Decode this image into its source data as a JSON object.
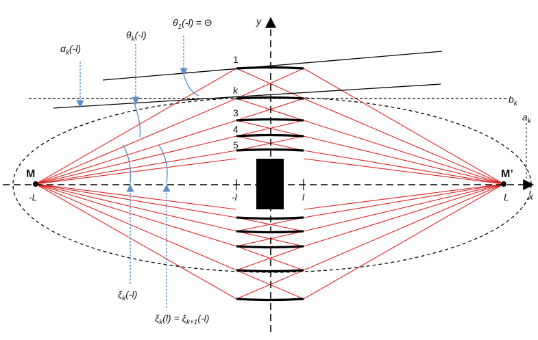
{
  "diagram": {
    "axes": {
      "x_label": "x",
      "y_label": "y"
    },
    "points": {
      "left_focus": "M",
      "right_focus": "M’",
      "left_end": "-L",
      "right_end": "L",
      "minus_l": "-l",
      "plus_l": "l"
    },
    "mirror_labels": [
      "1",
      "k",
      "3",
      "4",
      "5"
    ],
    "right_labels": {
      "b": {
        "base": "b",
        "sub": "k"
      },
      "a": {
        "base": "a",
        "sub": "k"
      }
    },
    "annotations": {
      "alpha": {
        "sym": "α",
        "sub": "k",
        "arg": "(-l)"
      },
      "theta_k": {
        "sym": "θ",
        "sub": "k",
        "arg": "(-l)"
      },
      "theta_1": {
        "sym": "θ",
        "sub": "1",
        "arg": "(-l)",
        "rhs": " = Θ"
      },
      "xi_k": {
        "sym": "ξ",
        "sub": "k",
        "arg": "(-l)"
      },
      "xi_eq": {
        "sym": "ξ",
        "sub": "k",
        "arg": "(l) = ",
        "sym2": "ξ",
        "sub2": "k+1",
        "arg2": "(-l)"
      }
    },
    "colors": {
      "rays": "#e02020",
      "annotation_arrows": "#5b8fc7",
      "mirrors": "#000000",
      "ellipse": "#000000"
    }
  }
}
